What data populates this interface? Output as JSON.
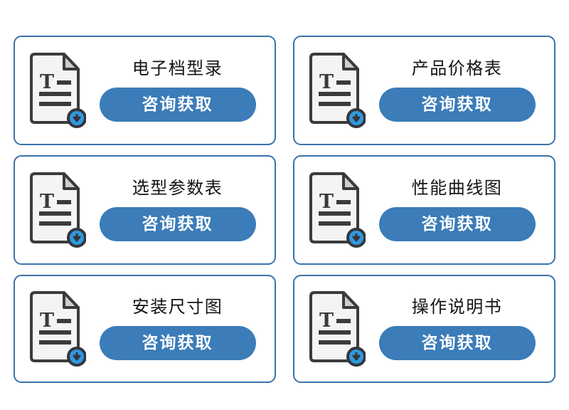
{
  "page": {
    "background_color": "#ffffff",
    "card_border_color": "#3a72ab",
    "button_color": "#3b7cb9",
    "button_text_color": "#ffffff",
    "title_color": "#141414",
    "icon_name": "document-with-download-badge-icon",
    "badge_icon_name": "download-arrow-badge-icon",
    "icon_letter": "T"
  },
  "cards": [
    {
      "title": "电子档型录",
      "button_label": "咨询获取",
      "icon": "document-icon",
      "badge": "download-badge-icon"
    },
    {
      "title": "产品价格表",
      "button_label": "咨询获取",
      "icon": "document-icon",
      "badge": "download-badge-icon"
    },
    {
      "title": "选型参数表",
      "button_label": "咨询获取",
      "icon": "document-icon",
      "badge": "download-badge-icon"
    },
    {
      "title": "性能曲线图",
      "button_label": "咨询获取",
      "icon": "document-icon",
      "badge": "download-badge-icon"
    },
    {
      "title": "安装尺寸图",
      "button_label": "咨询获取",
      "icon": "document-icon",
      "badge": "download-badge-icon"
    },
    {
      "title": "操作说明书",
      "button_label": "咨询获取",
      "icon": "document-icon",
      "badge": "download-badge-icon"
    }
  ]
}
